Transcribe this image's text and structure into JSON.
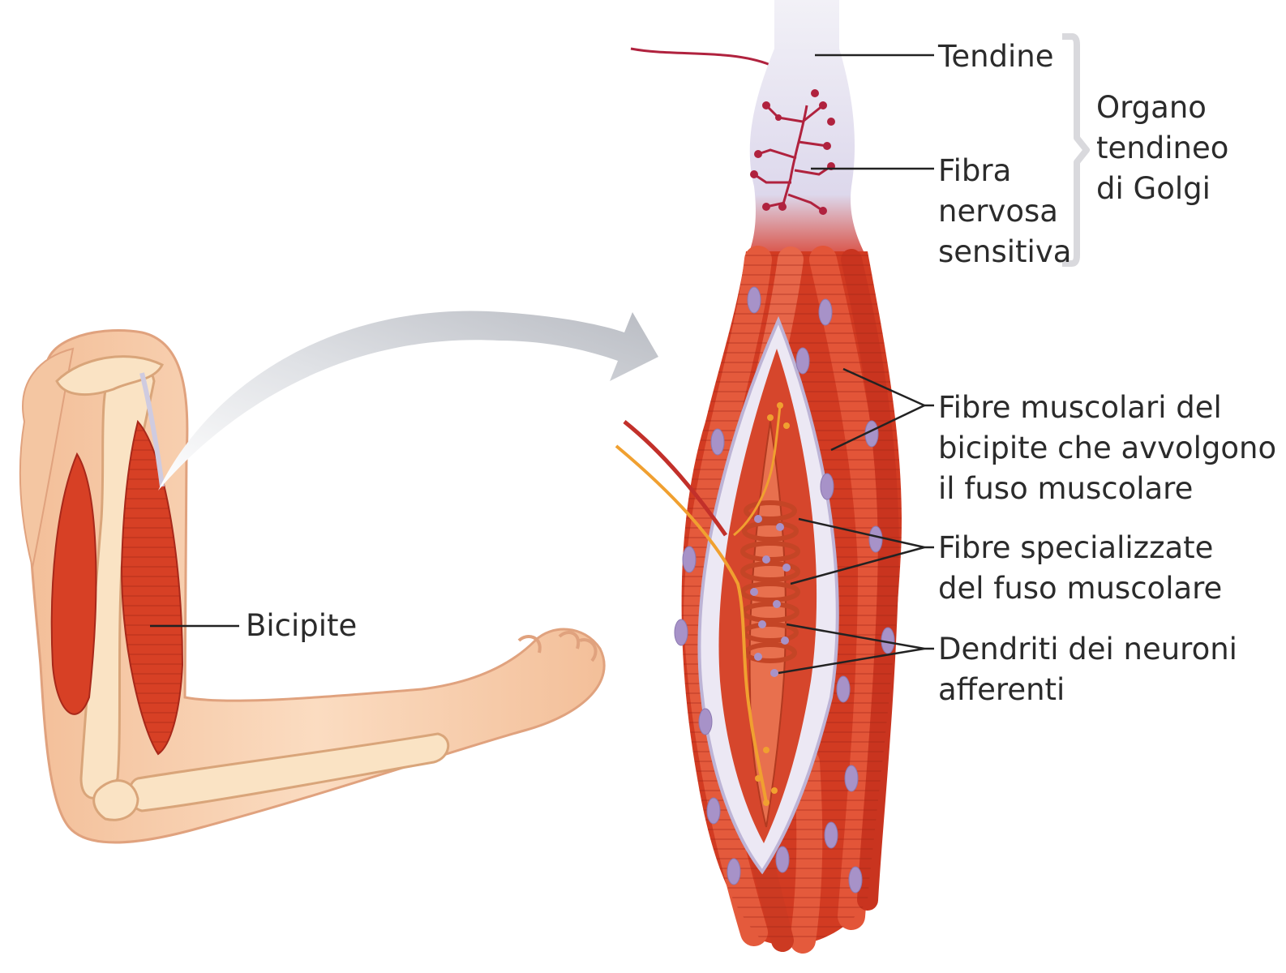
{
  "labels": {
    "tendon": "Tendine",
    "golgi_organ": [
      "Organo",
      "tendineo",
      "di Golgi"
    ],
    "sensory_fiber": [
      "Fibra",
      "nervosa",
      "sensitiva"
    ],
    "biceps_fibers": [
      "Fibre muscolari del",
      "bicipite che avvolgono",
      "il fuso muscolare"
    ],
    "spindle_fibers": [
      "Fibre specializzate",
      "del fuso muscolare"
    ],
    "afferent_dendrites": [
      "Dendriti dei neuroni",
      "afferenti"
    ],
    "biceps": "Bicipite"
  },
  "colors": {
    "muscle": "#d23b22",
    "muscle_dark": "#a8281a",
    "muscle_light": "#e8684a",
    "skin": "#f6c9a6",
    "bone": "#f9e0c0",
    "tendon": "#e2def0",
    "nerve_red": "#b0223e",
    "nerve_orange": "#f0a030",
    "nucleus": "#a792c8",
    "arrow": "#c9ccd2",
    "leader": "#222222"
  }
}
